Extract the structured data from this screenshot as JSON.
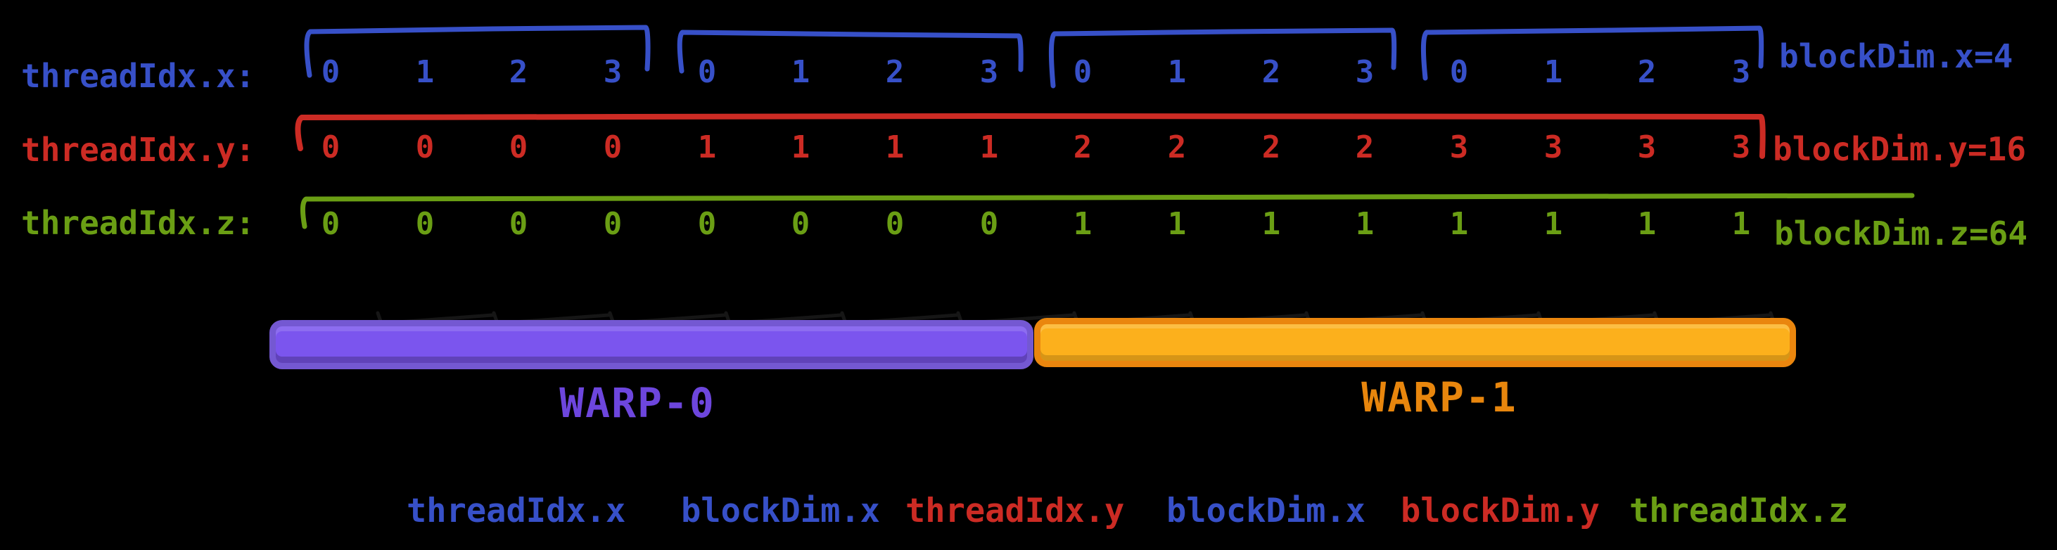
{
  "title": "CUDA thread index to warp mapping diagram",
  "rows": [
    {
      "id": "x",
      "label": "threadIdx.x:",
      "dim_label": "blockDim.x=4",
      "values": [
        "0",
        "1",
        "2",
        "3",
        "0",
        "1",
        "2",
        "3",
        "0",
        "1",
        "2",
        "3",
        "0",
        "1",
        "2",
        "3"
      ]
    },
    {
      "id": "y",
      "label": "threadIdx.y:",
      "dim_label": "blockDim.y=16",
      "values": [
        "0",
        "0",
        "0",
        "0",
        "1",
        "1",
        "1",
        "1",
        "2",
        "2",
        "2",
        "2",
        "3",
        "3",
        "3",
        "3"
      ]
    },
    {
      "id": "z",
      "label": "threadIdx.z:",
      "dim_label": "blockDim.z=64",
      "values": [
        "0",
        "0",
        "0",
        "0",
        "0",
        "0",
        "0",
        "0",
        "1",
        "1",
        "1",
        "1",
        "1",
        "1",
        "1",
        "1"
      ]
    }
  ],
  "warps": [
    {
      "label": "WARP-0"
    },
    {
      "label": "WARP-1"
    }
  ],
  "formula_tokens": [
    {
      "text": "threadIdx.x",
      "color_key": "blue"
    },
    {
      "text": "blockDim.x",
      "color_key": "blue"
    },
    {
      "text": "threadIdx.y",
      "color_key": "red"
    },
    {
      "text": "blockDim.x",
      "color_key": "blue"
    },
    {
      "text": "blockDim.y",
      "color_key": "red"
    },
    {
      "text": "threadIdx.z",
      "color_key": "green"
    }
  ],
  "colors": {
    "blue": "#3750c8",
    "red": "#cc2b24",
    "green": "#6a9e14",
    "purple_bar_fill": "#7b55ee",
    "purple_bar_border": "#7458d2",
    "purple_label": "#6d46dd",
    "orange_bar_fill": "#fcb01c",
    "orange_bar_border": "#ea860e",
    "orange_label": "#e8860d",
    "ink": "#161616",
    "background": "#000000"
  }
}
